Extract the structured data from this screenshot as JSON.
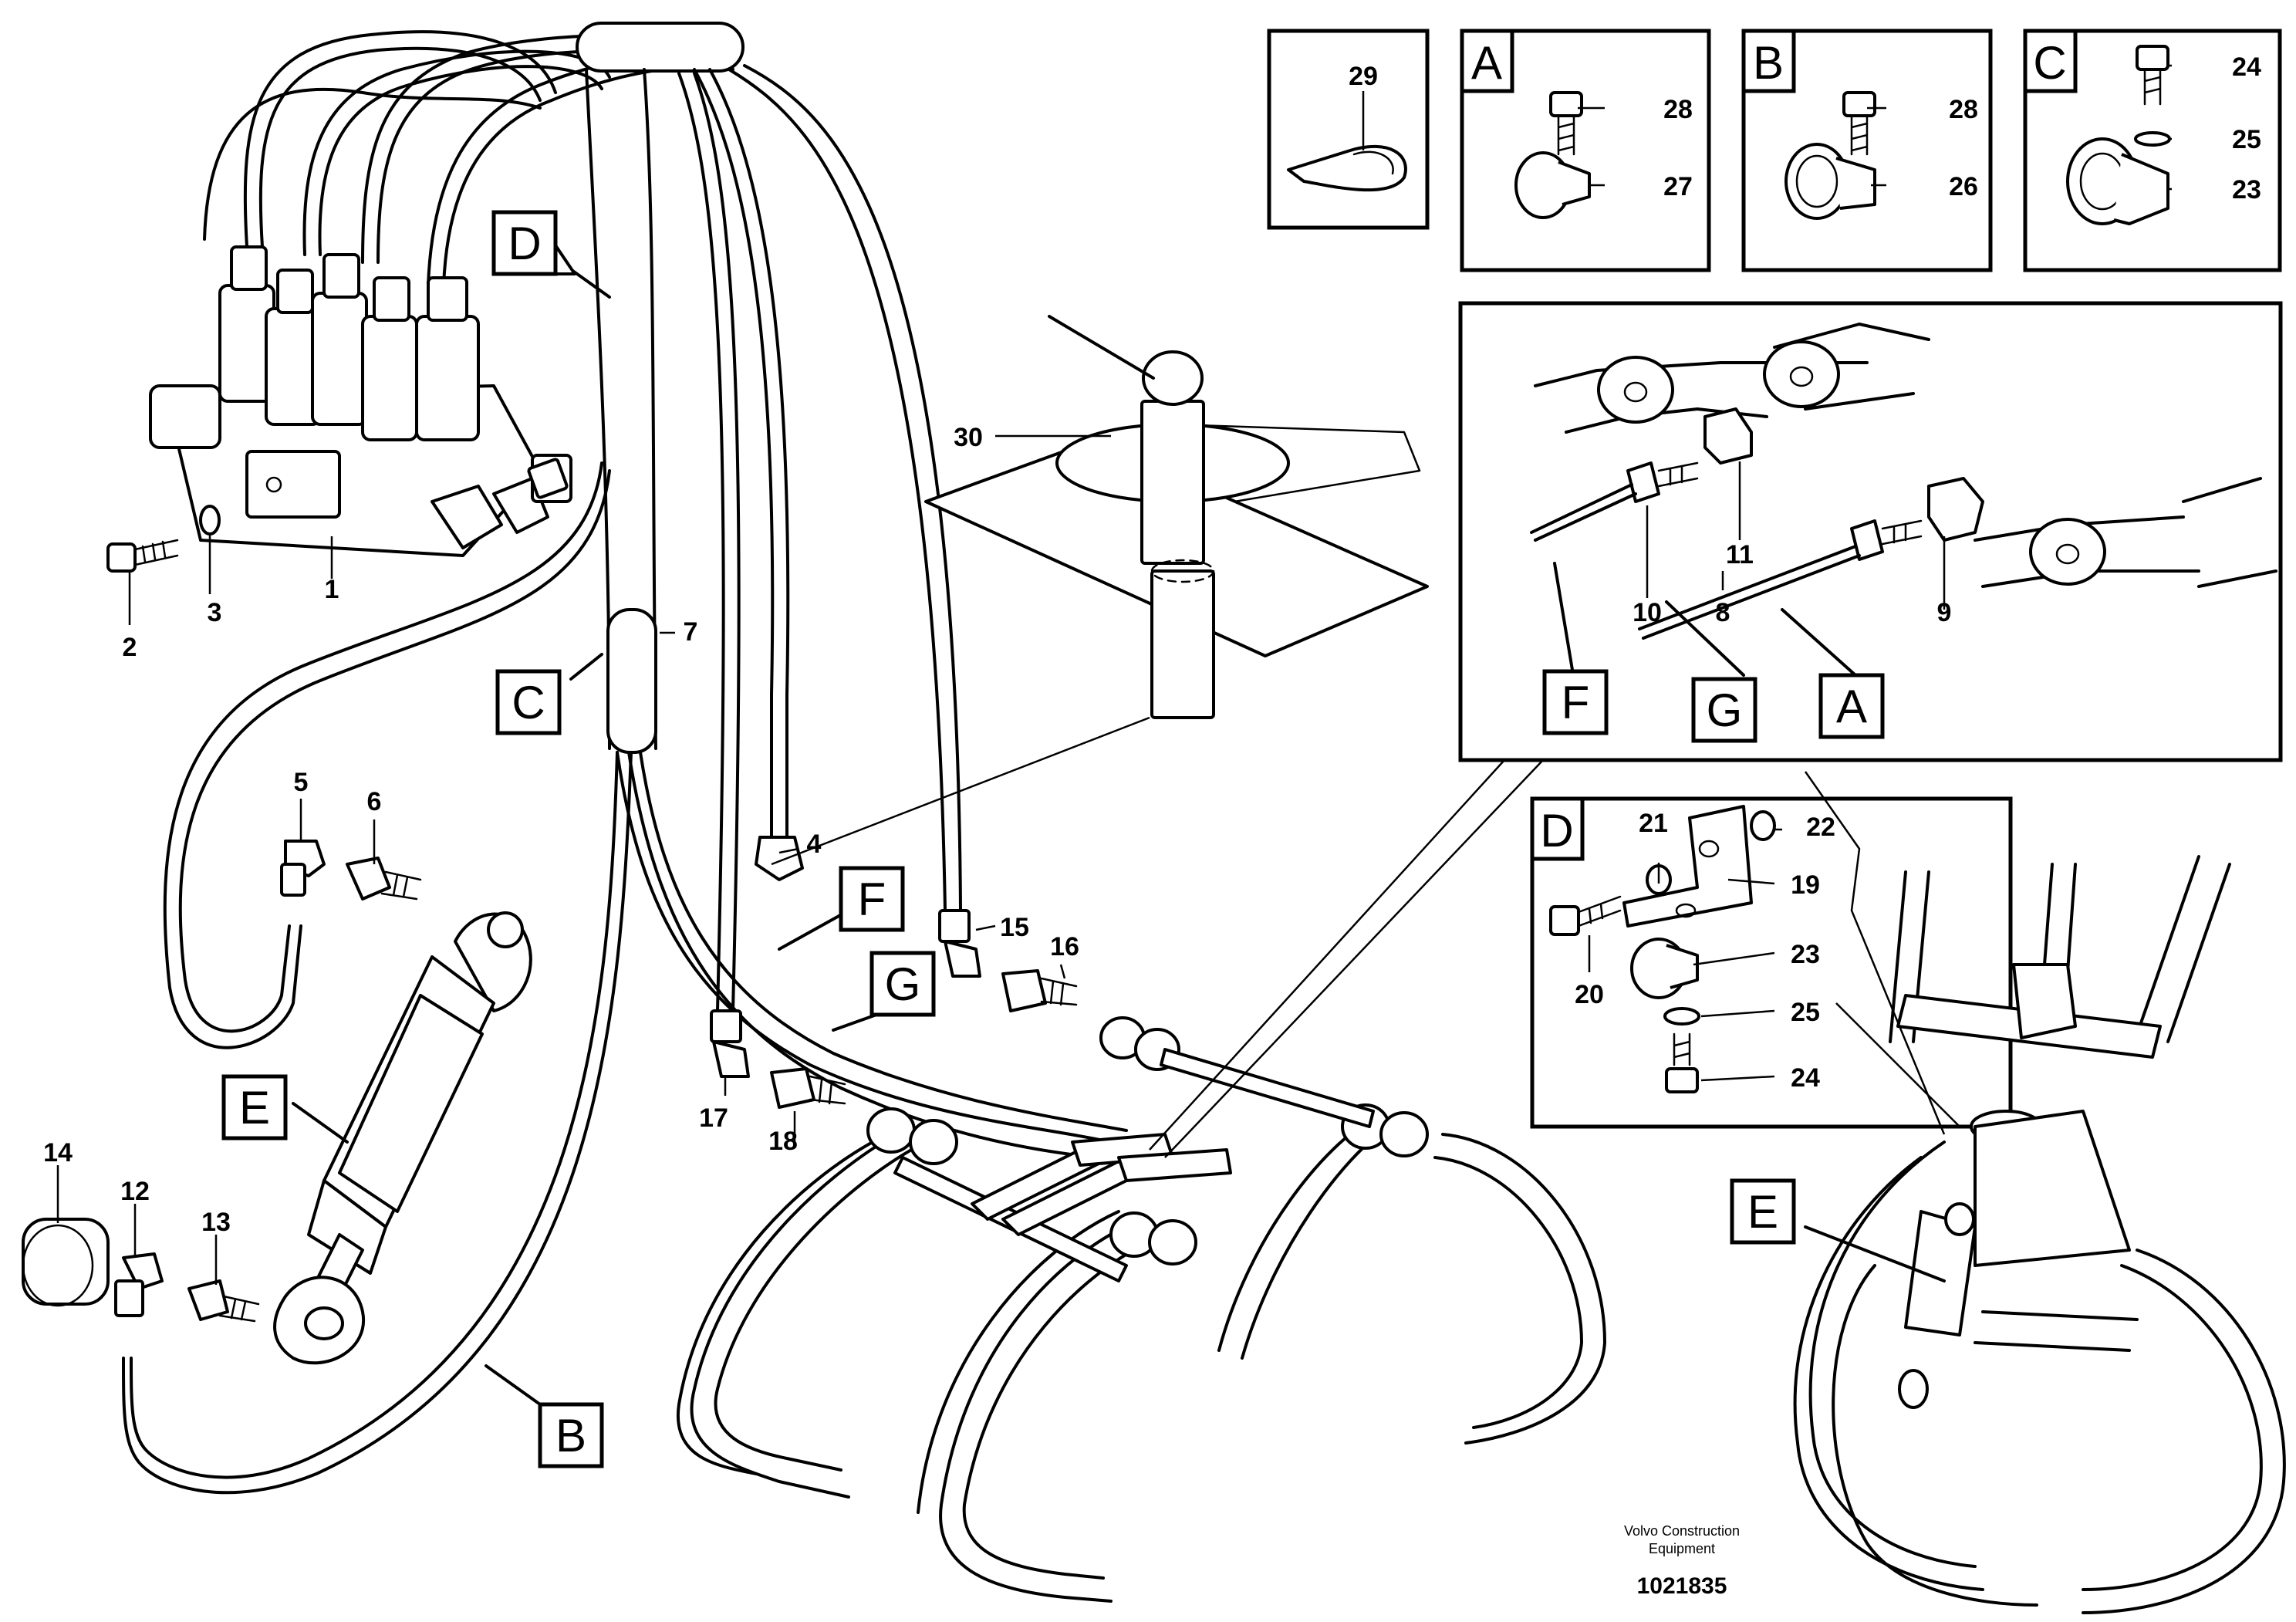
{
  "callouts": {
    "n1": "1",
    "n2": "2",
    "n3": "3",
    "n4": "4",
    "n5": "5",
    "n6": "6",
    "n7": "7",
    "n8": "8",
    "n9": "9",
    "n10": "10",
    "n11": "11",
    "n12": "12",
    "n13": "13",
    "n14": "14",
    "n15": "15",
    "n16": "16",
    "n17": "17",
    "n18": "18",
    "n19": "19",
    "n20": "20",
    "n21": "21",
    "n22": "22",
    "n23": "23",
    "n24": "24",
    "n25": "25",
    "n26": "26",
    "n27": "27",
    "n28": "28",
    "n29": "29",
    "n30": "30"
  },
  "letters": {
    "A": "A",
    "B": "B",
    "C": "C",
    "D": "D",
    "E": "E",
    "F": "F",
    "G": "G"
  },
  "footer": {
    "credit_line1": "Volvo Construction",
    "credit_line2": "Equipment",
    "drawing_number": "1021835"
  }
}
